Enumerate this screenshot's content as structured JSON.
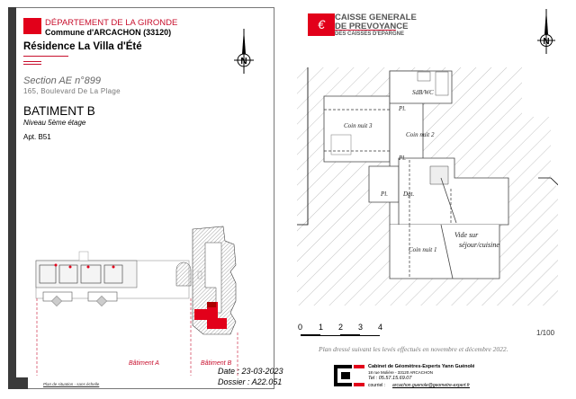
{
  "left_sheet": {
    "department": "DÉPARTEMENT DE LA GIRONDE",
    "commune": "Commune d'ARCACHON (33120)",
    "residence": "Résidence La Villa d'Été",
    "section": "Section AE n°899",
    "address": "165, Boulevard De La Plage",
    "building": "BATIMENT B",
    "level": "Niveau 5ème étage",
    "apartment": "Apt. B51",
    "site_plan_labels": {
      "building_a": "Bâtiment A",
      "building_b": "Bâtiment B"
    },
    "date": "Date : 23-03-2023",
    "dossier": "Dossier : A22.051",
    "site_plan_caption": "Plan de situation - sans échelle",
    "compass_label": "N"
  },
  "right_sheet": {
    "logo": {
      "line1": "CAISSE GENERALE",
      "line2": "DE PREVOYANCE",
      "line3": "DES CAISSES D'EPARGNE"
    },
    "compass_label": "N",
    "rooms": {
      "bath": "SdB/WC",
      "pl1": "Pl.",
      "pl2": "Pl.",
      "pl3": "Pl.",
      "coin_nuit_3": "Coin nuit 3",
      "coin_nuit_2": "Coin nuit 2",
      "dgt": "Dgt.",
      "coin_nuit_1": "Coin nuit 1",
      "vide_1": "Vide sur",
      "vide_2": "séjour/cuisine"
    },
    "scale_ticks": [
      "0",
      "1",
      "2",
      "3",
      "4"
    ],
    "scale_ratio": "1/100",
    "survey_note": "Plan dressé suivant les levés effectués en novembre et décembre 2022.",
    "cabinet": {
      "name": "Cabinet de Géomètres-Experts Yann Guénolé",
      "address": "18 rue Molière - 33120 ARCACHON",
      "phone": "Tel : 05.57.15.69.07",
      "email_label": "courriel :",
      "email": "arcachon.guenole@geometre-expert.fr"
    }
  },
  "colors": {
    "brand_red": "#e2001a",
    "dark": "#3a3a3a"
  }
}
